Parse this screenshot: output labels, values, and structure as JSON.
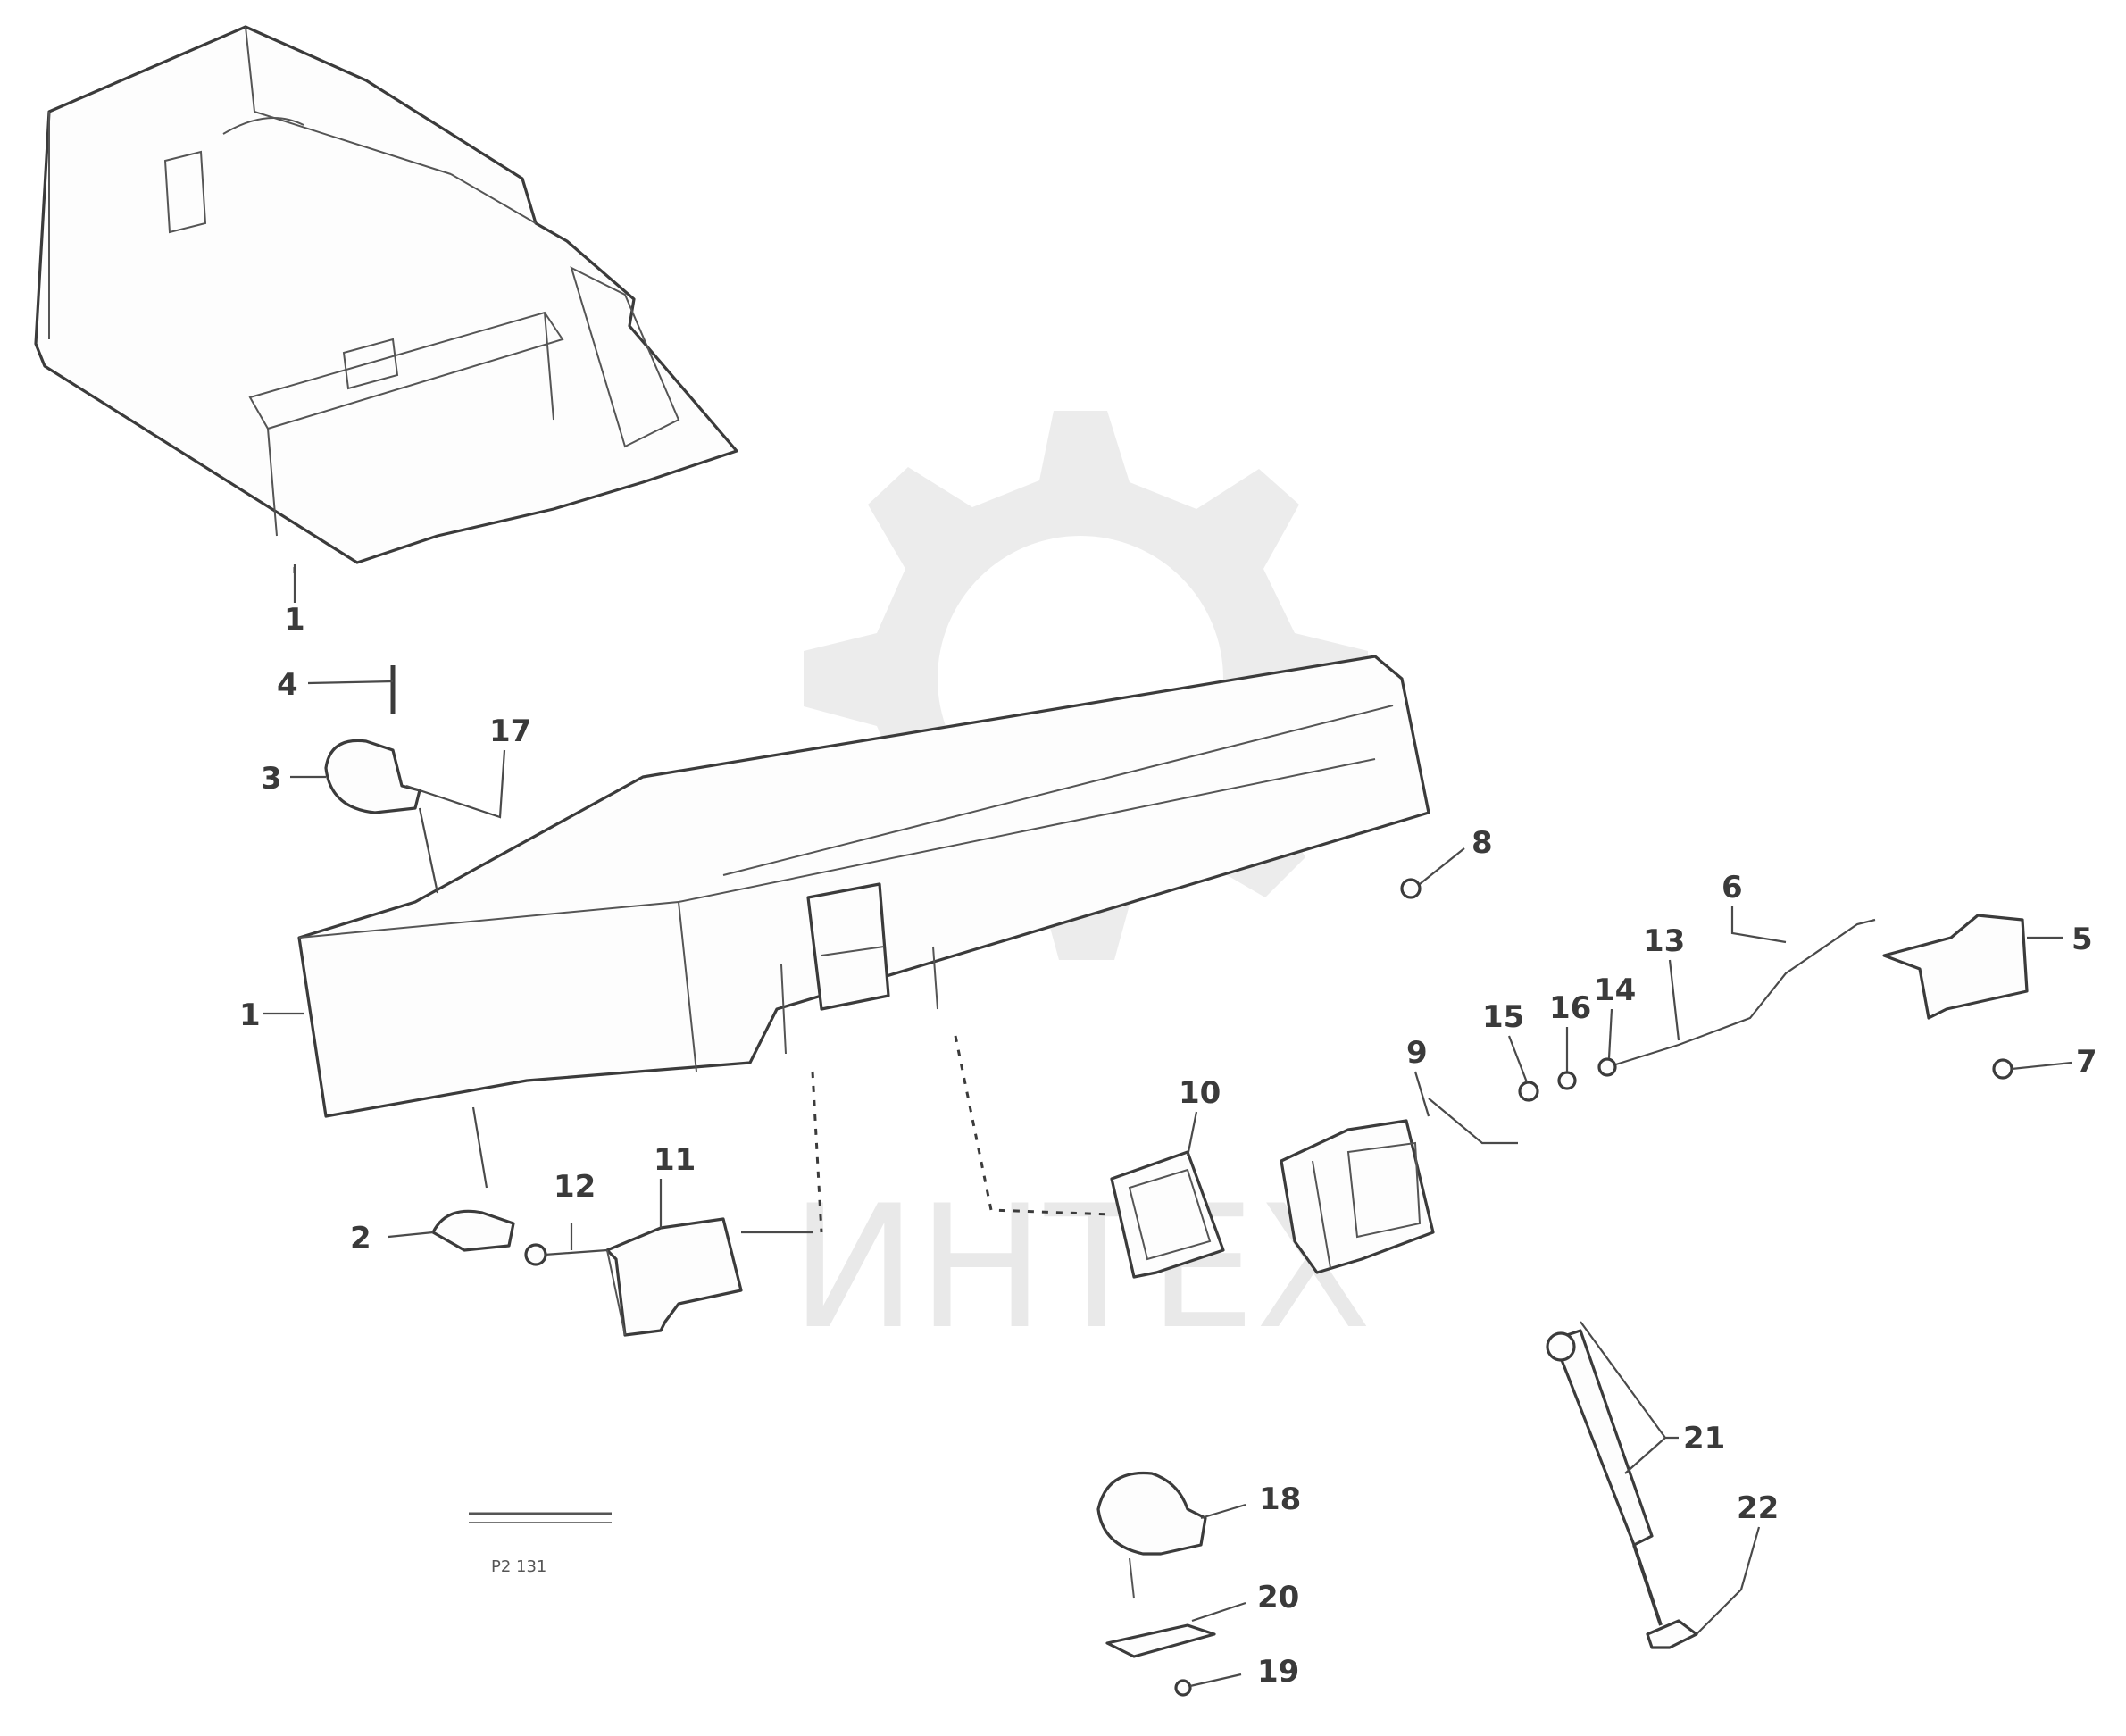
{
  "watermark": {
    "text": "ИНТЕХ"
  },
  "callouts": {
    "c1a": "1",
    "c1b": "1",
    "c2": "2",
    "c3": "3",
    "c4": "4",
    "c5": "5",
    "c6": "6",
    "c7": "7",
    "c8": "8",
    "c9": "9",
    "c10": "10",
    "c11": "11",
    "c12": "12",
    "c13": "13",
    "c14": "14",
    "c15": "15",
    "c16": "16",
    "c17": "17",
    "c18": "18",
    "c19": "19",
    "c20": "20",
    "c21": "21",
    "c22": "22"
  },
  "figure_code": "P2 131"
}
